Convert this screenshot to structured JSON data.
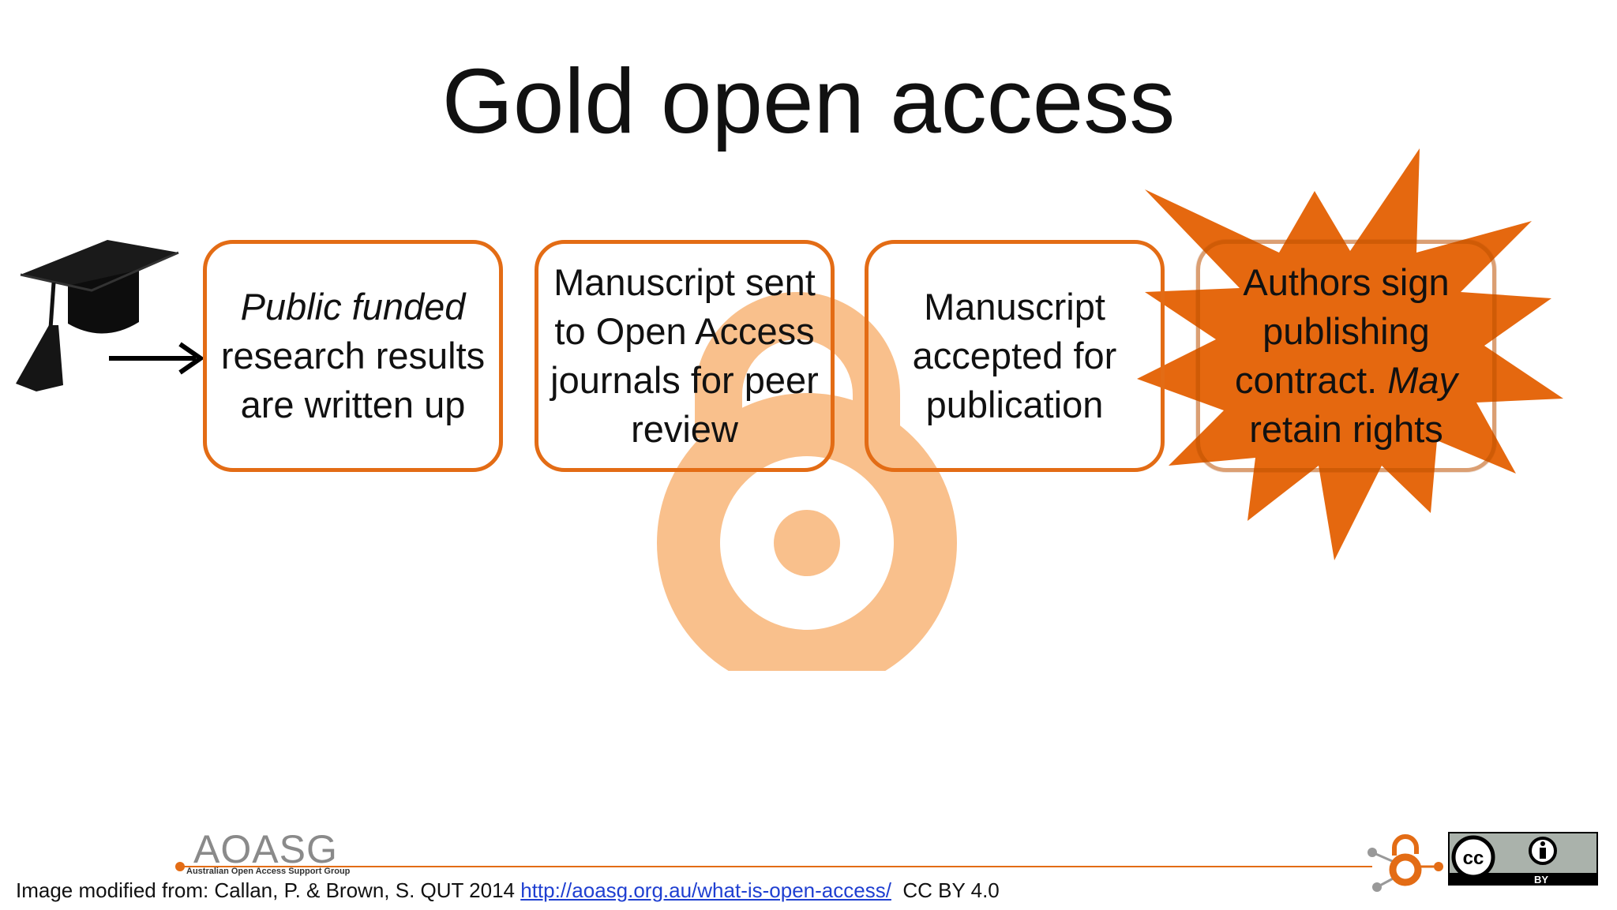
{
  "title": "Gold open access",
  "steps": [
    {
      "italic": "Public funded",
      "rest": "research results are written up"
    },
    {
      "text": "Manuscript sent to Open Access journals for peer review"
    },
    {
      "text": "Manuscript accepted for publication"
    },
    {
      "text": "Authors sign publishing contract.",
      "italic": "May",
      "rest": "retain rights"
    }
  ],
  "footer": {
    "logo": "AOASG",
    "logo_sub": "Australian Open Access Support Group",
    "credit": "Image modified from: Callan, P. & Brown, S. QUT 2014",
    "link": "http://aoasg.org.au/what-is-open-access/",
    "license": "CC BY 4.0",
    "cc_by": "BY"
  },
  "colors": {
    "accent": "#e36c15",
    "watermark": "#f9c08c"
  },
  "icons": [
    "graduation-cap-icon",
    "arrow-right-icon",
    "open-access-lock-icon",
    "starburst-icon",
    "cc-icon",
    "attribution-icon"
  ]
}
